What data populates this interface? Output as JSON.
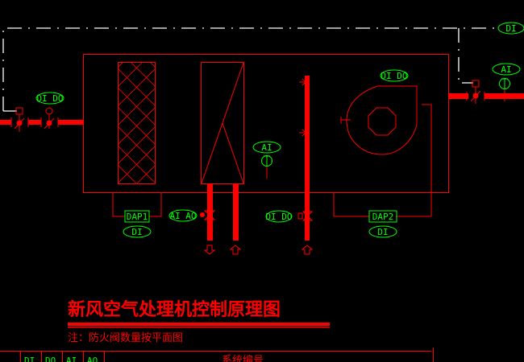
{
  "title": "新风空气处理机控制原理图",
  "note": "注：防火阀数量按平面图",
  "colors": {
    "line": "#ff0000",
    "tag": "#00ff00",
    "control": "#ffffff",
    "bg": "#000000"
  },
  "tags": {
    "top_right": "DI",
    "outdoor_damper": "DI DO",
    "supply_temp": "AI",
    "fan": "DI DO",
    "coil_temp": "AI",
    "valve": "AI AO",
    "humidifier": "DI DO",
    "dap1": "DAP1",
    "dap1_status": "DI",
    "dap2": "DAP2",
    "dap2_status": "DI"
  },
  "table": {
    "columns": [
      "DI",
      "DO",
      "AI",
      "AO"
    ],
    "system_label": "系统编号"
  }
}
